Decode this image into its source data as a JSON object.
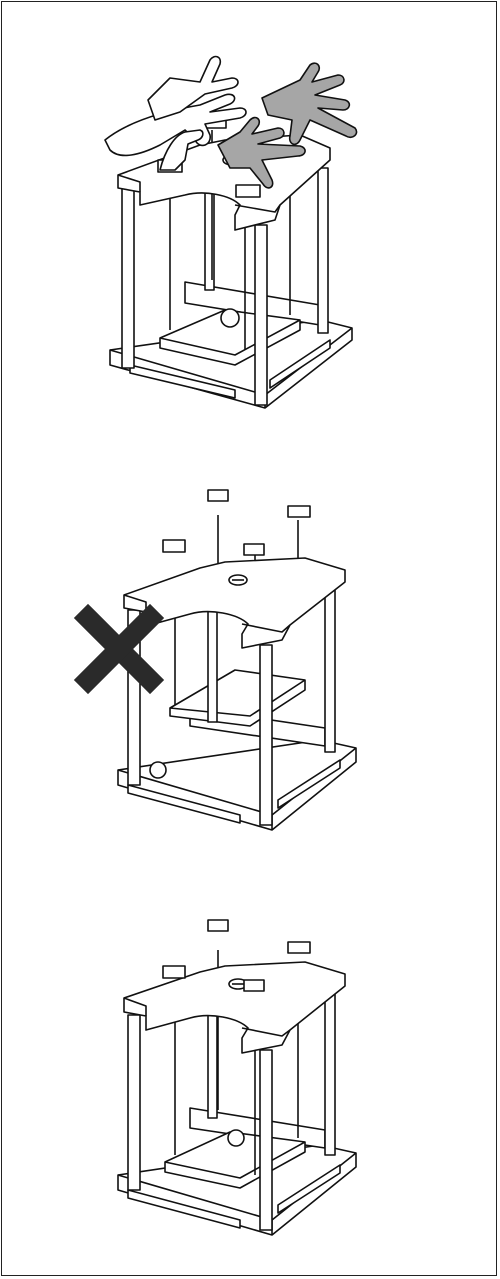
{
  "colors": {
    "line": "#111111",
    "fill": "#ffffff",
    "glove": "#a6a6a6",
    "cross": "#2a2a2a"
  },
  "figures": [
    {
      "name": "step-1",
      "icon": "hands-fitting-screws-icon"
    },
    {
      "name": "step-2",
      "icon": "top-plate-lifted-wrong-icon",
      "mark": "cross-mark-icon"
    },
    {
      "name": "step-3",
      "icon": "top-plate-assembled-icon"
    }
  ]
}
